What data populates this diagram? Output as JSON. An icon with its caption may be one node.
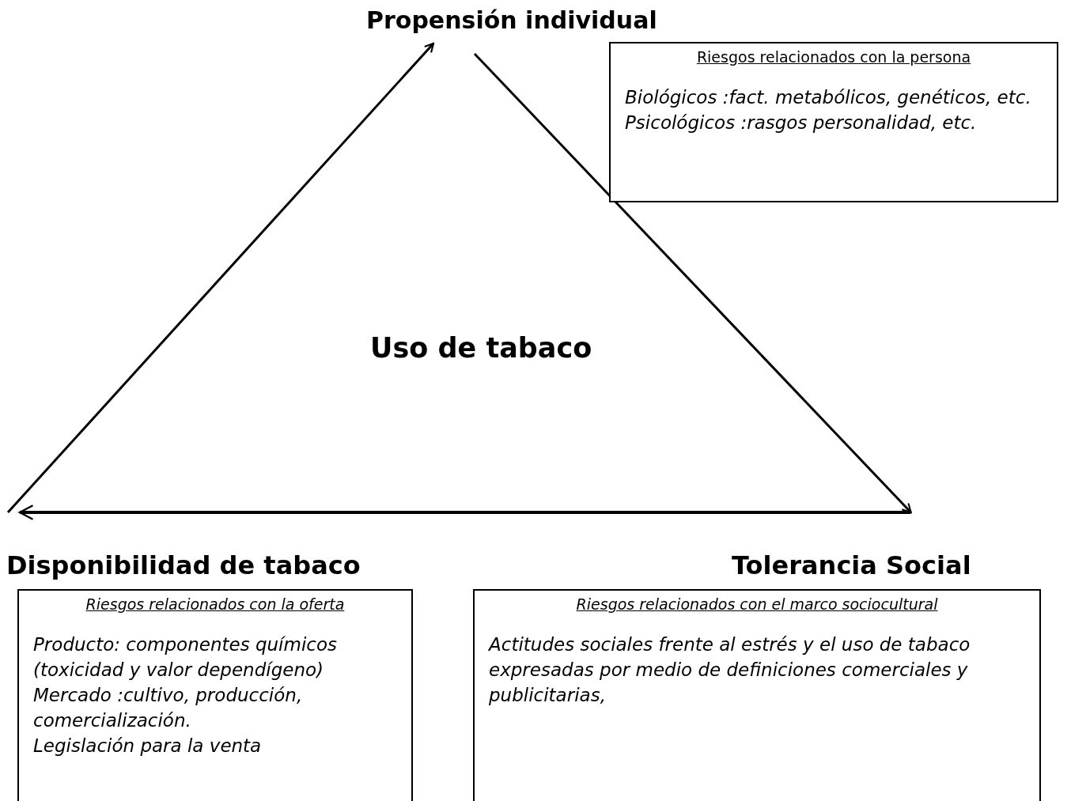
{
  "diagram": {
    "nodes": [
      {
        "text": [
          "Propensión individual"
        ]
      },
      {
        "text": [
          "Tolerancia Social"
        ]
      },
      {
        "text": [
          "Disponibilidad de tabaco"
        ]
      },
      {
        "text": [
          "Uso de tabaco"
        ]
      },
      {
        "text": [
          "Riesgos relacionados con la persona",
          "Biológicos :fact. metabólicos, genéticos, etc.",
          "Psicológicos :rasgos personalidad, etc."
        ]
      },
      {
        "text": [
          "Riesgos relacionados con la oferta",
          "Producto: componentes químicos (toxicidad y valor dependígeno)",
          "Mercado :cultivo, producción, comercialización.",
          "Legislación para la venta"
        ]
      },
      {
        "text": [
          "Riesgos relacionados con el marco sociocultural",
          "Actitudes sociales frente al estrés y el uso de tabaco expresadas por medio de definiciones comerciales y publicitarias,"
        ]
      }
    ],
    "edges": [
      {
        "from": 2,
        "to": 0,
        "arrow": "to"
      },
      {
        "from": 0,
        "to": 1,
        "arrow": "to"
      },
      {
        "from": 1,
        "to": 2,
        "arrow": "to"
      }
    ]
  }
}
